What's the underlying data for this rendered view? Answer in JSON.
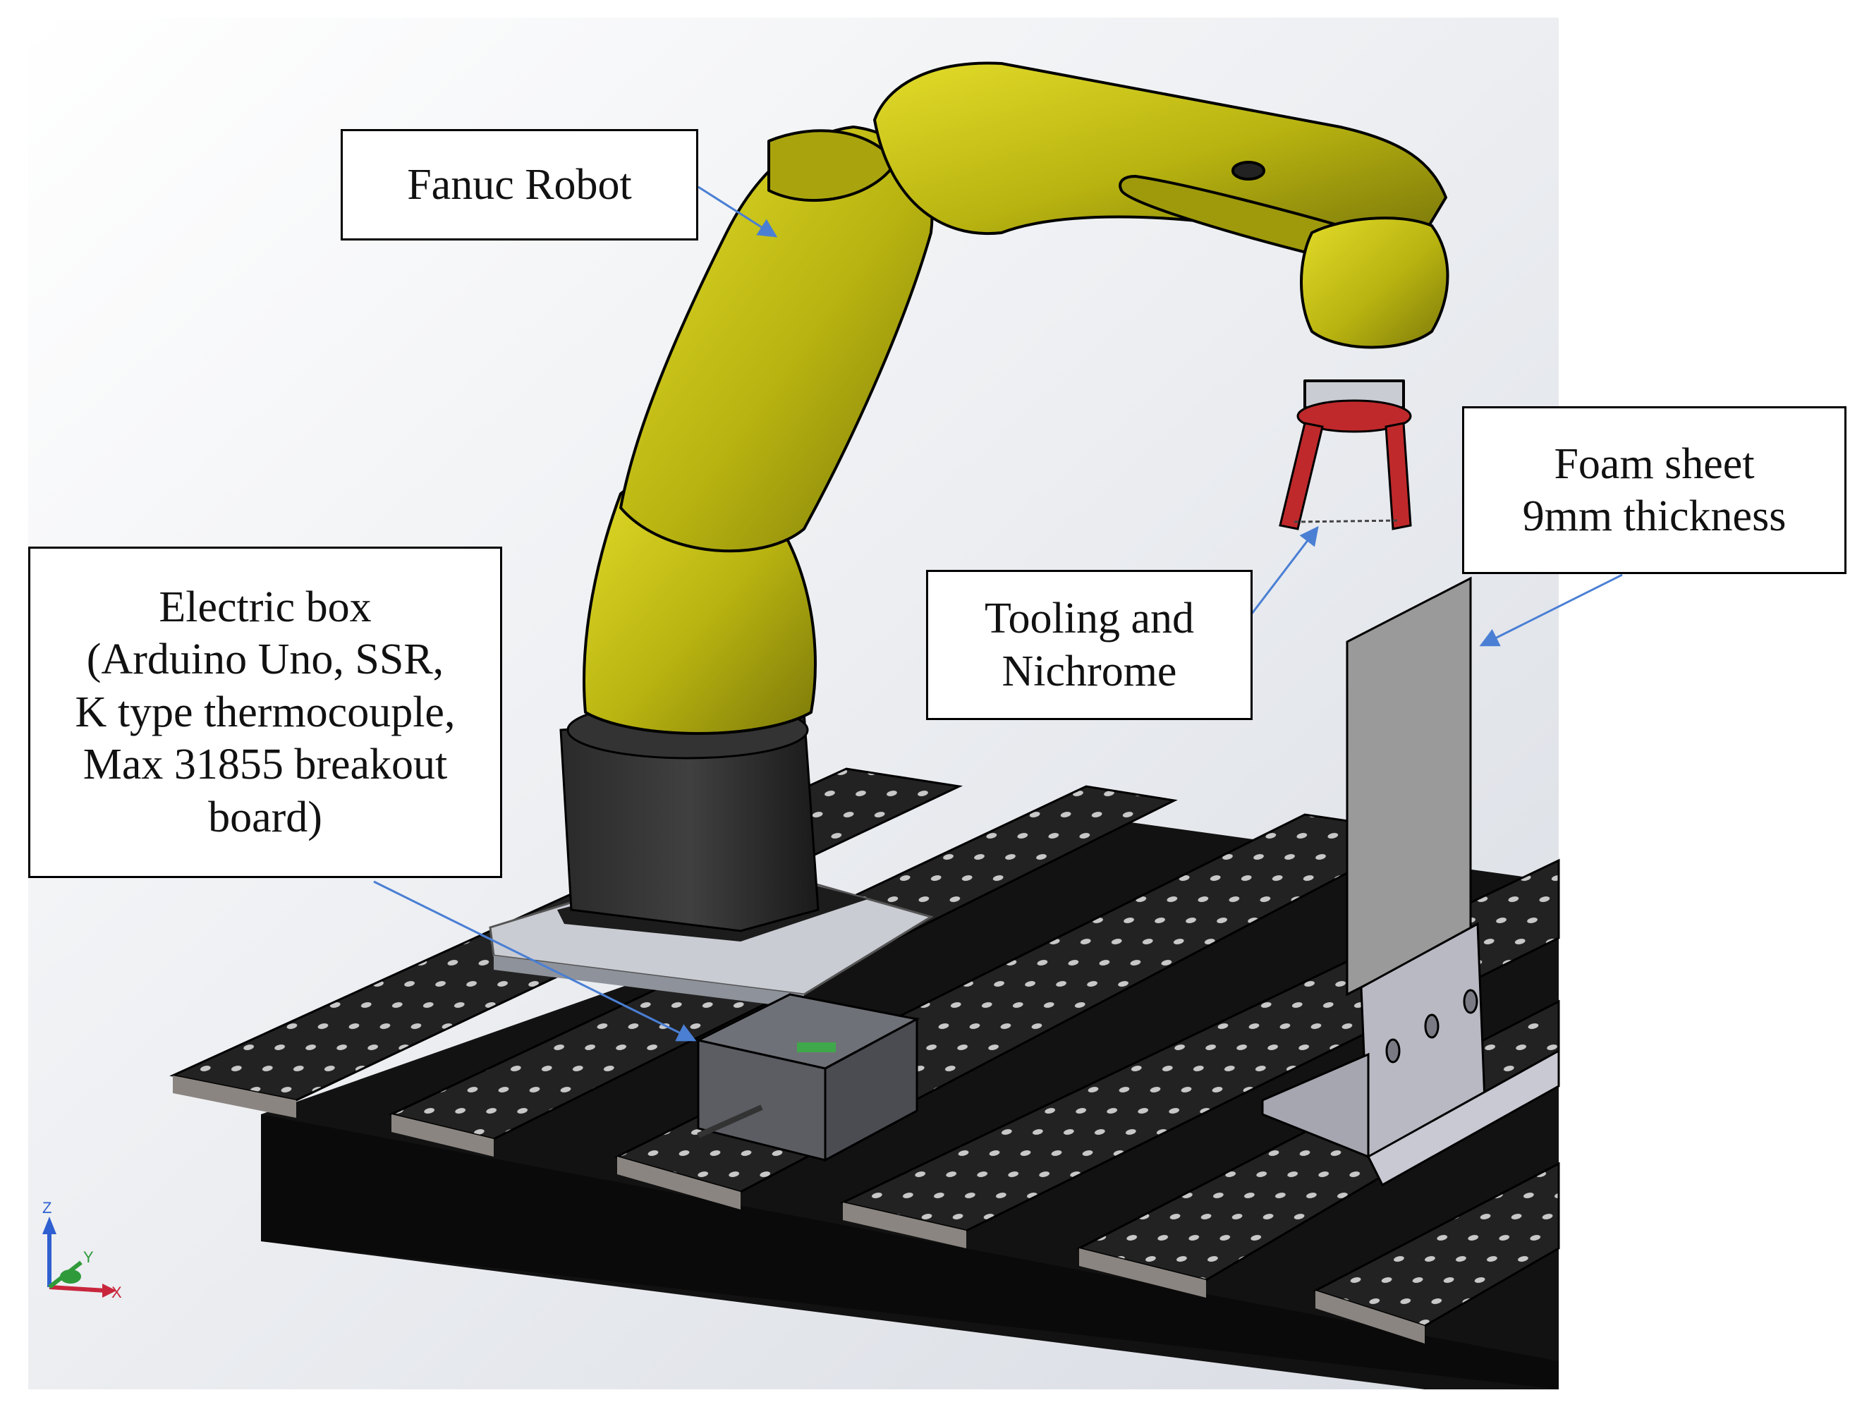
{
  "callouts": {
    "fanuc_robot": "Fanuc Robot",
    "foam_sheet": {
      "line1": "Foam sheet",
      "line2": "9mm thickness"
    },
    "tooling": {
      "line1": "Tooling and",
      "line2": "Nichrome"
    },
    "electric_box": {
      "line1": "Electric box",
      "line2": "(Arduino Uno, SSR,",
      "line3": "K type thermocouple,",
      "line4": "Max 31855 breakout",
      "line5": "board)"
    }
  },
  "axis_triad": {
    "z": "Z",
    "y": "Y",
    "x": "X"
  },
  "colors": {
    "robot_yellow": "#c9c414",
    "robot_shadow": "#7d7a0a",
    "gripper_red": "#c0292b",
    "table_black": "#1b1b1b",
    "arrow_blue": "#4a7fd4",
    "foam_gray": "#9a9a9a",
    "bracket_gray": "#b9b9c4"
  }
}
